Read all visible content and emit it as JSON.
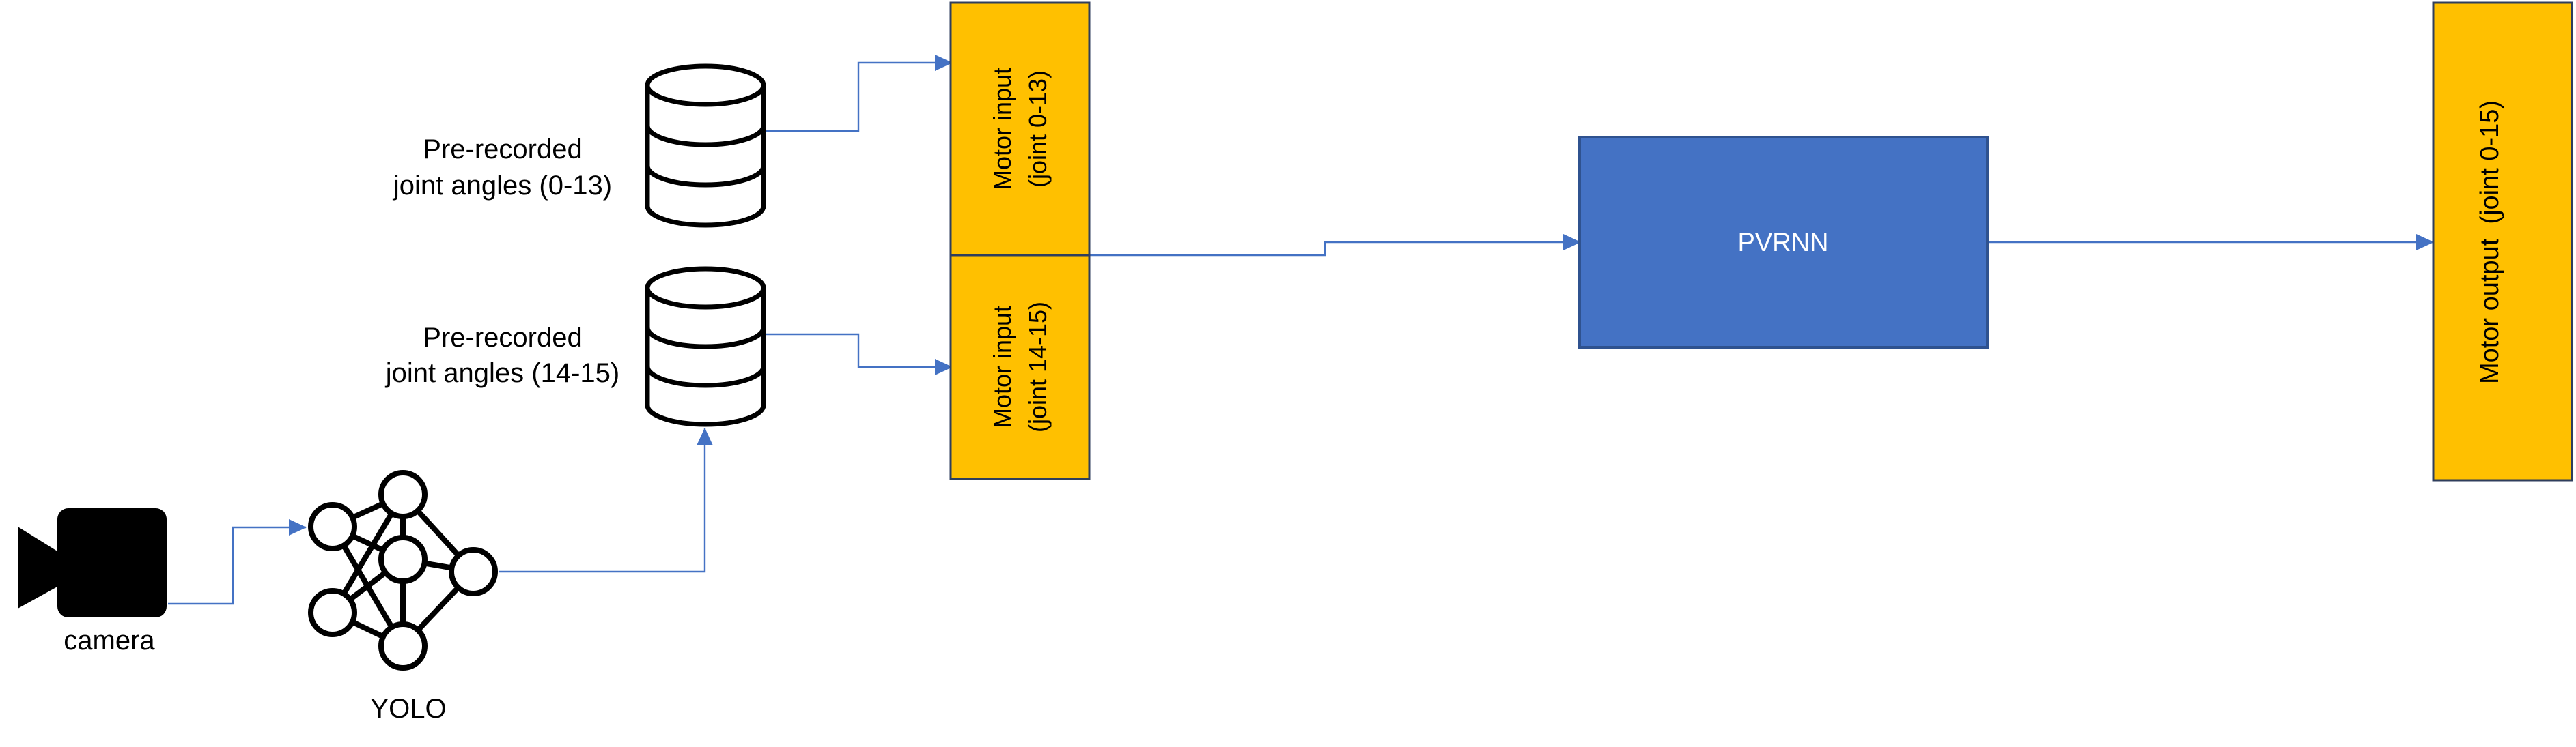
{
  "labels": {
    "db_upper_line1": "Pre-recorded",
    "db_upper_line2": "joint angles (0-13)",
    "db_lower_line1": "Pre-recorded",
    "db_lower_line2": "joint angles (14-15)",
    "camera": "camera",
    "yolo": "YOLO",
    "motor_input_upper_line1": "Motor input",
    "motor_input_upper_line2": "(joint 0-13)",
    "motor_input_lower_line1": "Motor input",
    "motor_input_lower_line2": "(joint 14-15)",
    "pvrnn": "PVRNN",
    "motor_output": "Motor output  (joint 0-15)"
  },
  "colors": {
    "motor_box": "#ffc000",
    "pvrnn_box": "#4472c4",
    "connector": "#4472c4"
  },
  "icons": [
    "database-icon",
    "database-icon",
    "camera-icon",
    "neural-network-icon"
  ]
}
